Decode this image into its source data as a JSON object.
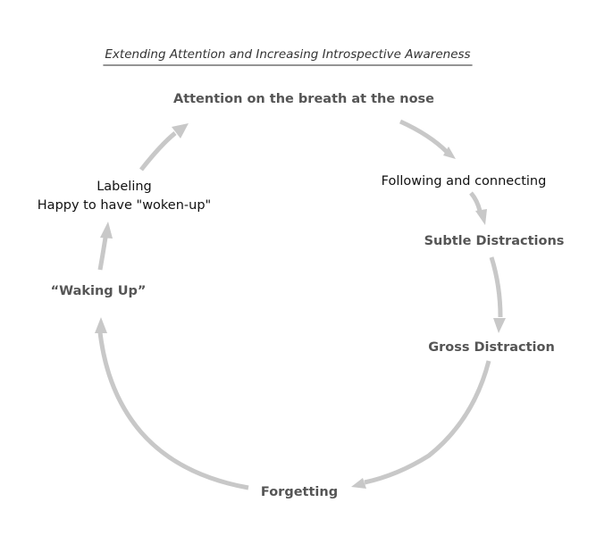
{
  "title": "Extending Attention and Increasing Introspective Awareness",
  "nodes": {
    "attention": "Attention on the breath at the nose",
    "following": "Following and connecting",
    "subtle": "Subtle Distractions",
    "gross": "Gross Distraction",
    "forgetting": "Forgetting",
    "waking_up": "“Waking Up”",
    "labeling": "Labeling",
    "happy": "Happy to have \"woken-up\""
  },
  "colors": {
    "arrow": "#c8c8c8",
    "title_text": "#333333",
    "bold_text": "#555555",
    "regular_text": "#111111"
  }
}
